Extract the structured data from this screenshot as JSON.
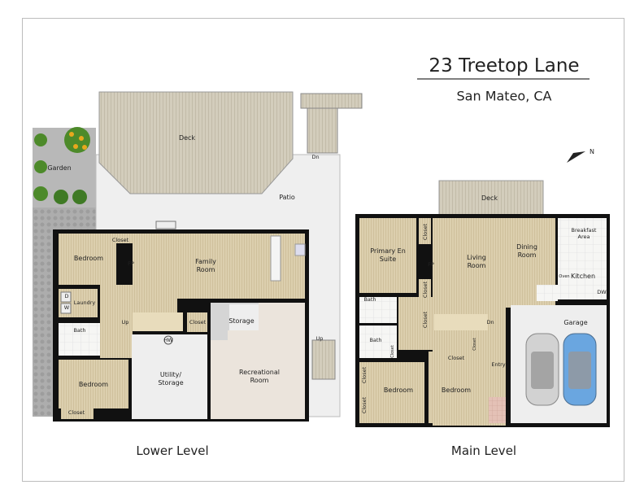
{
  "header": {
    "title": "23 Treetop Lane",
    "subtitle": "San Mateo, CA",
    "north_label": "N"
  },
  "levels": {
    "lower": "Lower Level",
    "main": "Main Level"
  },
  "lower_rooms": {
    "garden": "Garden",
    "deck": "Deck",
    "patio": "Patio",
    "stair_dn": "Dn",
    "stair_up_outside": "Up",
    "bedroom1": "Bedroom",
    "closet1": "Closet",
    "fp": "FP",
    "family": "Family Room",
    "laundry": "Laundry",
    "dryer": "D",
    "washer": "W",
    "bath": "Bath",
    "up": "Up",
    "closet2": "Closet",
    "storage": "Storage",
    "hw": "HW",
    "utility": "Utility/ Storage",
    "rec": "Recreational Room",
    "bedroom2": "Bedroom",
    "closet3": "Closet"
  },
  "main_rooms": {
    "deck": "Deck",
    "primary": "Primary En Suite",
    "closet_a": "Closet",
    "fp": "FP",
    "living": "Living Room",
    "dining": "Dining Room",
    "breakfast": "Breakfast Area",
    "oven": "Oven",
    "kitchen": "Kitchen",
    "dw": "DW",
    "closet_b": "Closet",
    "closet_c": "Closet",
    "bath1": "Bath",
    "bath2": "Bath",
    "dn": "Dn",
    "closet_d": "Closet",
    "garage": "Garage",
    "closet_e": "Closet",
    "closet_f": "Closet",
    "entry": "Entry",
    "closet_g": "Closet",
    "closet_h": "Closet",
    "bedroom1": "Bedroom",
    "bedroom2": "Bedroom"
  },
  "colors": {
    "wall": "#111111",
    "wood": "#d9ccab",
    "deck": "#cfc9b8",
    "patio": "#efefef",
    "garden_path": "#a9a9a9",
    "utility": "#eeeeee",
    "rec": "#ebe4dc",
    "garage": "#eeeeee",
    "car_gray": "#c8c8c8",
    "car_blue": "#6aa6e0",
    "plant": "#4d8a2a",
    "flower": "#e8a81d"
  }
}
